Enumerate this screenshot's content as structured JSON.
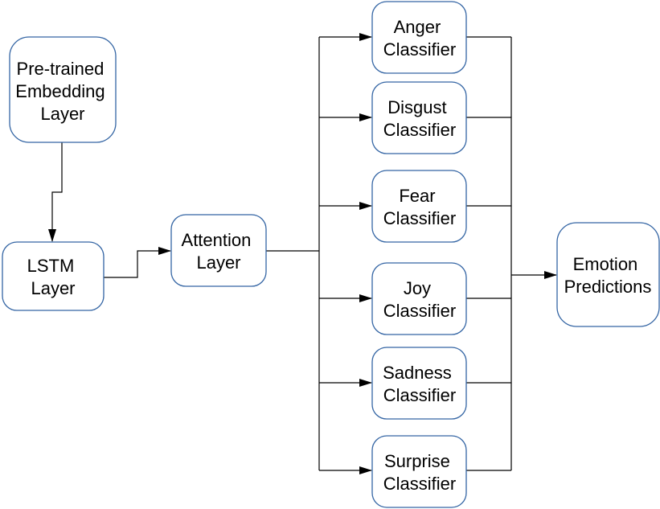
{
  "nodes": {
    "embedding": [
      "Pre-trained",
      "Embedding",
      "Layer"
    ],
    "lstm": [
      "LSTM",
      "Layer"
    ],
    "attention": [
      "Attention",
      "Layer"
    ],
    "anger": [
      "Anger",
      "Classifier"
    ],
    "disgust": [
      "Disgust",
      "Classifier"
    ],
    "fear": [
      "Fear",
      "Classifier"
    ],
    "joy": [
      "Joy",
      "Classifier"
    ],
    "sadness": [
      "Sadness",
      "Classifier"
    ],
    "surprise": [
      "Surprise",
      "Classifier"
    ],
    "predictions": [
      "Emotion",
      "Predictions"
    ]
  },
  "colors": {
    "box_border": "#3465a4",
    "connector": "#000000",
    "text": "#000000",
    "background": "#ffffff"
  }
}
